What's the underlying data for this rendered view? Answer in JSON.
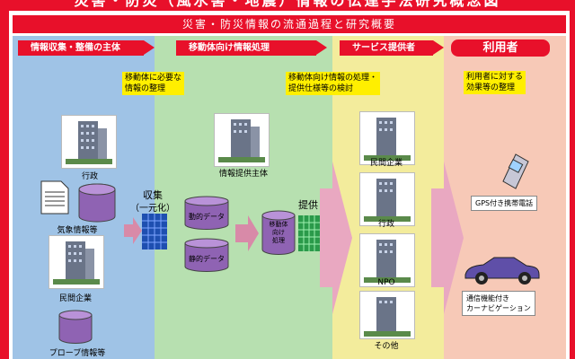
{
  "title": "災害・防災（風水害・地震）情報の伝達手法研究概念図",
  "subtitle": "災害・防災情報の流通過程と研究概要",
  "columns": {
    "collect": {
      "header": "情報収集・整備の主体",
      "items": [
        "行政",
        "気象情報等",
        "民間企業",
        "プローブ情報等"
      ],
      "colors": {
        "bg": "#9fc3e6"
      }
    },
    "mobile": {
      "header": "移動体向け情報処理",
      "note": "移動体に必要な\n情報の整理",
      "provider": "情報提供主体",
      "dyn": "動的データ",
      "sta": "静的データ",
      "proc": "移動体\n向け\n処理",
      "colors": {
        "bg": "#b7e0b0"
      }
    },
    "service": {
      "header": "サービス提供者",
      "note": "移動体向け情報の処理・\n提供仕様等の検討",
      "items": [
        "民間企業",
        "行政",
        "NPO",
        "その他"
      ],
      "colors": {
        "bg": "#f3ec9c"
      }
    },
    "user": {
      "header": "利用者",
      "note": "利用者に対する\n効果等の整理",
      "phone": "GPS付き携帯電話",
      "car": "通信機能付き\nカーナビゲーション",
      "colors": {
        "bg": "#f7c9b7"
      }
    }
  },
  "flow": {
    "collect": "収集",
    "unify": "（一元化）",
    "provide": "提供"
  }
}
